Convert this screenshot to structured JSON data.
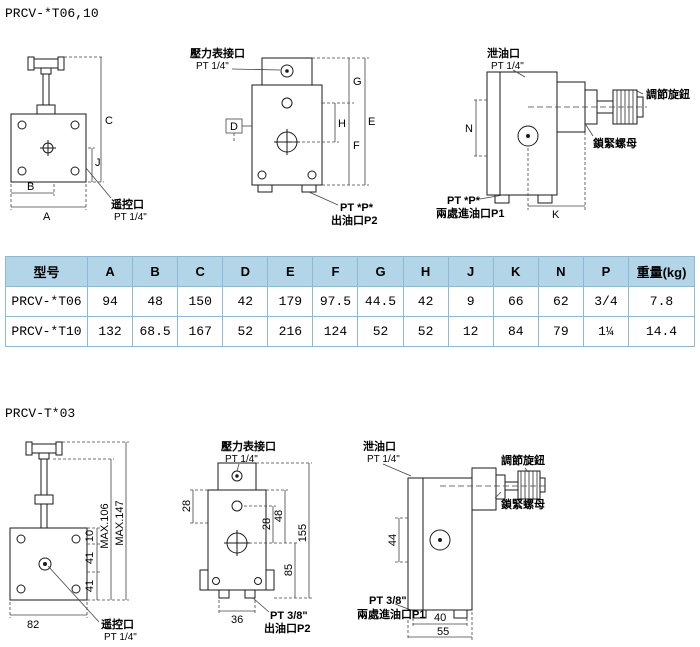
{
  "titles": {
    "top": "PRCV-*T06,10",
    "bottom": "PRCV-T*03"
  },
  "table": {
    "headers": [
      "型号",
      "A",
      "B",
      "C",
      "D",
      "E",
      "F",
      "G",
      "H",
      "J",
      "K",
      "N",
      "P",
      "重量(kg)"
    ],
    "rows": [
      [
        "PRCV-*T06",
        "94",
        "48",
        "150",
        "42",
        "179",
        "97.5",
        "44.5",
        "42",
        "9",
        "66",
        "62",
        "3/4",
        "7.8"
      ],
      [
        "PRCV-*T10",
        "132",
        "68.5",
        "167",
        "52",
        "216",
        "124",
        "52",
        "52",
        "12",
        "84",
        "79",
        "1¼",
        "14.4"
      ]
    ]
  },
  "drawings": {
    "d1": {
      "dims": {
        "C": "C",
        "J": "J",
        "B": "B",
        "A": "A"
      },
      "remote_port": {
        "name": "遥控口",
        "size": "PT 1/4\""
      }
    },
    "d2": {
      "gauge_port": {
        "name": "壓力表接口",
        "size": "PT 1/4\""
      },
      "dims": {
        "D": "D",
        "G": "G",
        "H": "H",
        "F": "F",
        "E": "E"
      },
      "outlet": {
        "size": "PT *P*",
        "name": "出油口P2"
      }
    },
    "d3": {
      "drain_port": {
        "name": "泄油口",
        "size": "PT 1/4\""
      },
      "knob": "調節旋鈕",
      "nut": "鎖緊螺母",
      "dims": {
        "N": "N",
        "K": "K"
      },
      "inlet": {
        "size": "PT *P*",
        "name": "兩處進油口P1"
      }
    },
    "d4": {
      "dims": {
        "max_a": "MAX.106",
        "max_b": "MAX.147",
        "h10": "10",
        "h41a": "41",
        "h41b": "41",
        "w82": "82"
      },
      "remote_port": {
        "name": "遥控口",
        "size": "PT 1/4\""
      }
    },
    "d5": {
      "gauge_port": {
        "name": "壓力表接口",
        "size": "PT 1/4\""
      },
      "dims": {
        "l28": "28",
        "r28": "28",
        "r48": "48",
        "r85": "85",
        "r155": "155",
        "b36": "36"
      },
      "outlet": {
        "size": "PT 3/8\"",
        "name": "出油口P2"
      }
    },
    "d6": {
      "drain_port": {
        "name": "泄油口",
        "size": "PT 1/4\""
      },
      "knob": "調節旋鈕",
      "nut": "鎖緊螺母",
      "dims": {
        "h44": "44",
        "w40": "40",
        "w55": "55"
      },
      "inlet": {
        "size": "PT 3/8\"",
        "name": "兩處進油口P1"
      }
    }
  }
}
